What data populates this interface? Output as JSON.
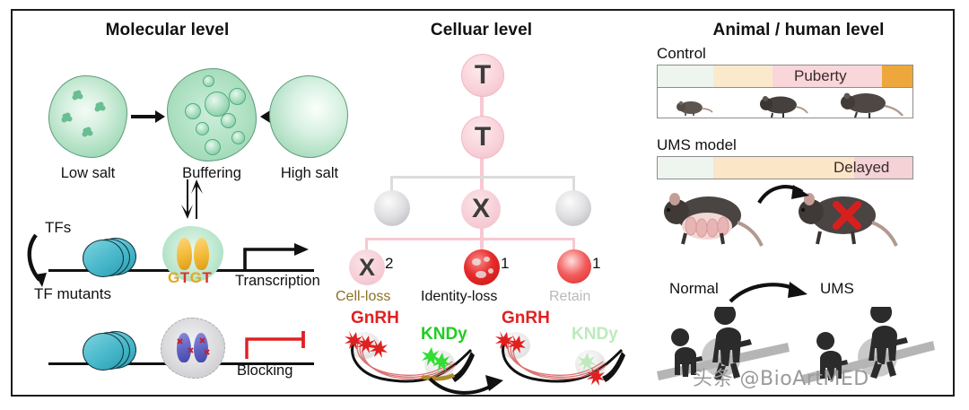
{
  "figure": {
    "watermark": "头条 @BioArtMED"
  },
  "panels": {
    "molecular": {
      "title": "Molecular level",
      "cells": [
        {
          "label": "Low salt",
          "state": "condensed-clumps"
        },
        {
          "label": "Buffering",
          "state": "droplets"
        },
        {
          "label": "High salt",
          "state": "diffuse"
        }
      ],
      "tf_label": "TFs",
      "tf_mutant_label": "TF mutants",
      "motif": "GTGT",
      "motif_letters": [
        "G",
        "T",
        "G",
        "T"
      ],
      "transcription_label": "Transcription",
      "blocking_label": "Blocking",
      "colors": {
        "cell_fill": "#a6dcbb",
        "cell_stroke": "#5e9b7b",
        "nucleosome": "#49b9cb",
        "tf_active": "#f0b733",
        "tf_mutant": "#5c5fc0",
        "blocking": "#e02020",
        "motif_g": "#e8a51d",
        "motif_t": "#d8342a"
      }
    },
    "cellular": {
      "title": "Celluar level",
      "lineage": {
        "root_labels": [
          "T",
          "T"
        ],
        "division_label": "X",
        "sibling_count": 2
      },
      "fates": [
        {
          "label": "Cell-loss",
          "count": "2",
          "marker": "X",
          "color": "#8a7324"
        },
        {
          "label": "Identity-loss",
          "count": "1",
          "marker": "",
          "color": "#111111"
        },
        {
          "label": "Retain",
          "count": "1",
          "marker": "",
          "color": "#b9b9b9"
        }
      ],
      "neurons": [
        {
          "gnrh_label": "GnRH",
          "kndy_label": "KNDy",
          "kndy_state": "intact"
        },
        {
          "gnrh_label": "GnRH",
          "kndy_label": "KNDy",
          "kndy_state": "faded"
        }
      ],
      "colors": {
        "gnrh": "#e02020",
        "kndy_intact": "#22cc22",
        "kndy_faded": "#bdeabd",
        "pink_line": "#f7c9d2",
        "pink_cell": "#f3bcc7",
        "gray_cell": "#b4b4ba",
        "red_cell": "#e62b2b"
      }
    },
    "animal": {
      "title": "Animal / human level",
      "control": {
        "label": "Control",
        "puberty_label": "Puberty",
        "segments": [
          {
            "color": "#eef5ee",
            "width_pct": 22
          },
          {
            "color": "#fbe9cc",
            "width_pct": 23
          },
          {
            "color": "#f9d6da",
            "width_pct": 43
          },
          {
            "color": "#eea73a",
            "width_pct": 12
          }
        ],
        "mice_count": 3
      },
      "ums": {
        "label": "UMS model",
        "delayed_label": "Delayed",
        "segments": [
          {
            "color": "#eef5ee",
            "width_pct": 22
          },
          {
            "color": "#fbe6c8",
            "width_pct": 55
          },
          {
            "color": "#f4d2d6",
            "width_pct": 23
          }
        ]
      },
      "mouse_pair": {
        "left_state": "pregnant-with-pups",
        "right_state": "infertile-marked",
        "marker": "✕",
        "marker_color": "#d81f1f"
      },
      "seesaw": {
        "left_label": "Normal",
        "right_label": "UMS"
      }
    }
  }
}
